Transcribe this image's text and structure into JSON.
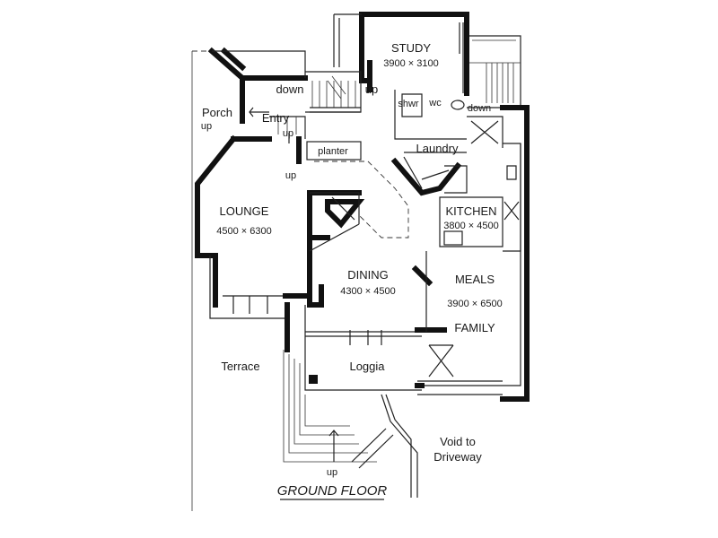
{
  "plan": {
    "title": "GROUND FLOOR",
    "rooms": {
      "study": {
        "name": "STUDY",
        "dim": "3900 × 3100"
      },
      "lounge": {
        "name": "LOUNGE",
        "dim": "4500 × 6300"
      },
      "dining": {
        "name": "DINING",
        "dim": "4300 × 4500"
      },
      "kitchen": {
        "name": "KITCHEN",
        "dim": "3800 × 4500"
      },
      "meals": {
        "name": "MEALS",
        "dim": "3900 × 6500"
      },
      "family": {
        "name": "FAMILY"
      }
    },
    "labels": {
      "porch": "Porch",
      "porch_up": "up",
      "entry": "Entry",
      "entry_up": "up",
      "down_left": "down",
      "up_right": "up",
      "shwr": "shwr",
      "wc": "wc",
      "down_right": "down",
      "laundry": "Laundry",
      "planter": "planter",
      "lounge_up": "up",
      "terrace": "Terrace",
      "loggia": "Loggia",
      "bottom_up": "up",
      "void_line1": "Void to",
      "void_line2": "Driveway"
    }
  }
}
